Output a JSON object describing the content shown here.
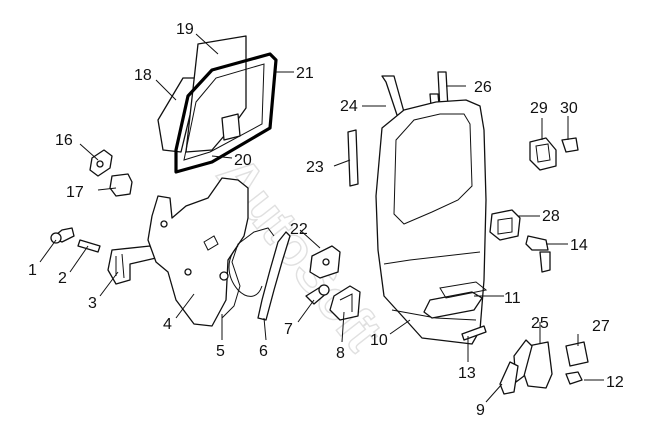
{
  "watermark": "AutoSoft",
  "labels": [
    "1",
    "2",
    "3",
    "4",
    "5",
    "6",
    "7",
    "8",
    "9",
    "10",
    "11",
    "12",
    "13",
    "14",
    "16",
    "17",
    "18",
    "19",
    "20",
    "21",
    "22",
    "23",
    "24",
    "25",
    "26",
    "27",
    "28",
    "29",
    "30"
  ],
  "colors": {
    "line": "#111111",
    "background": "#ffffff",
    "watermark": "#e0e0e0"
  }
}
